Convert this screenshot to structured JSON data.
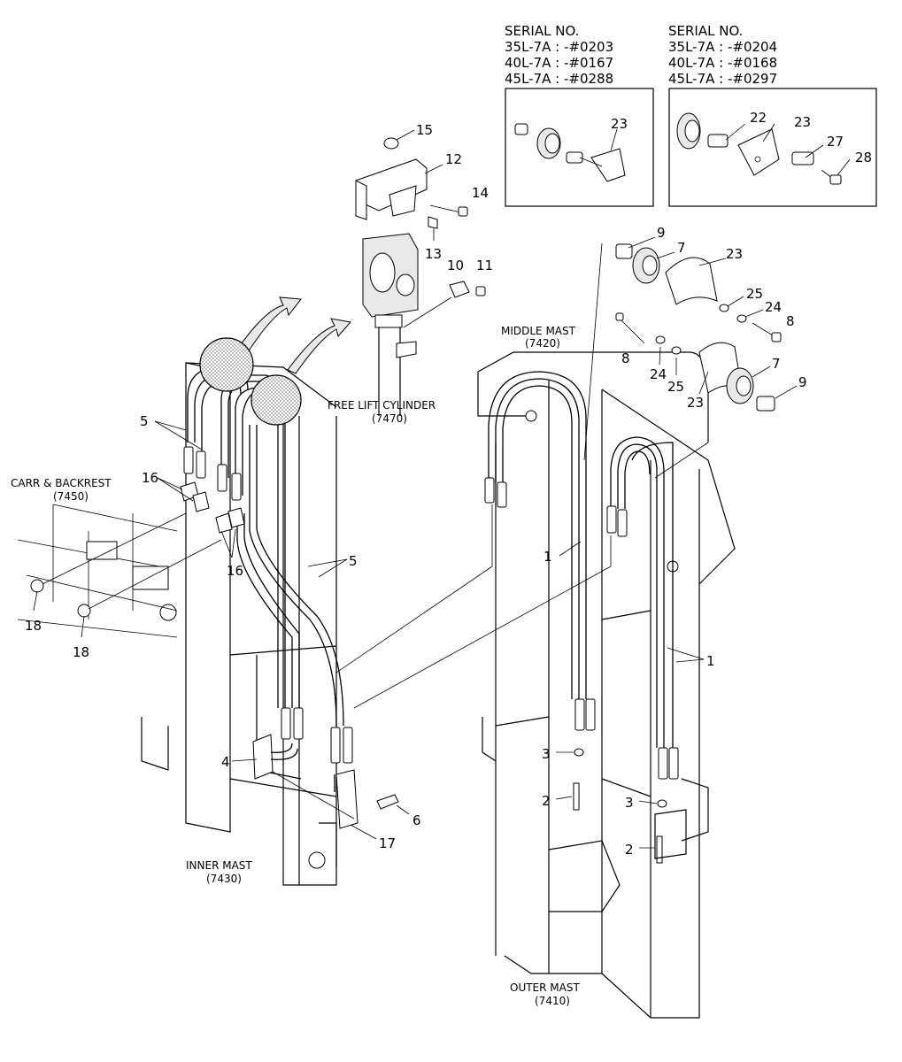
{
  "serial_boxes": [
    {
      "heading": "SERIAL NO.",
      "lines": [
        "35L-7A : -#0203",
        "40L-7A : -#0167",
        "45L-7A : -#0288"
      ]
    },
    {
      "heading": "SERIAL NO.",
      "lines": [
        "35L-7A : -#0204",
        "40L-7A : -#0168",
        "45L-7A : -#0297"
      ]
    }
  ],
  "assembly_labels": {
    "carr_backrest": [
      "CARR & BACKREST",
      "(7450)"
    ],
    "free_lift_cylinder": [
      "FREE LIFT CYLINDER",
      "(7470)"
    ],
    "middle_mast": [
      "MIDDLE MAST",
      "(7420)"
    ],
    "inner_mast": [
      "INNER MAST",
      "(7430)"
    ],
    "outer_mast": [
      "OUTER MAST",
      "(7410)"
    ]
  },
  "callouts": {
    "c1a": "1",
    "c1b": "1",
    "c2a": "2",
    "c2b": "2",
    "c3a": "3",
    "c3b": "3",
    "c4": "4",
    "c5a": "5",
    "c5b": "5",
    "c6": "6",
    "c7a": "7",
    "c7b": "7",
    "c8a": "8",
    "c8b": "8",
    "c9a": "9",
    "c9b": "9",
    "c10": "10",
    "c11": "11",
    "c12": "12",
    "c13": "13",
    "c14": "14",
    "c15": "15",
    "c16a": "16",
    "c16b": "16",
    "c17": "17",
    "c18a": "18",
    "c18b": "18",
    "c22": "22",
    "c23a": "23",
    "c23b": "23",
    "c23c": "23",
    "c23d": "23",
    "c24a": "24",
    "c24b": "24",
    "c25a": "25",
    "c25b": "25",
    "c27": "27",
    "c28": "28"
  }
}
